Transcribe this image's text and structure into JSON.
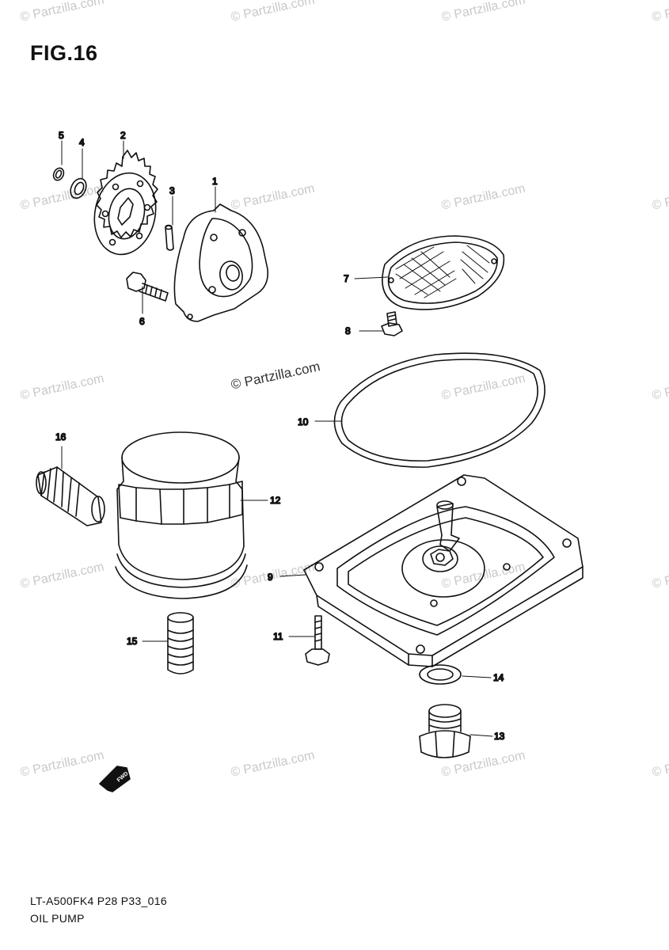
{
  "figure": {
    "title": "FIG.16",
    "code": "LT-A500FK4 P28 P33_016",
    "name": "OIL PUMP"
  },
  "watermark": {
    "text": "© Partzilla.com",
    "center_text": "© Partzilla.com"
  },
  "parts": [
    {
      "number": "1"
    },
    {
      "number": "2"
    },
    {
      "number": "3"
    },
    {
      "number": "4"
    },
    {
      "number": "5"
    },
    {
      "number": "6"
    },
    {
      "number": "7"
    },
    {
      "number": "8"
    },
    {
      "number": "9"
    },
    {
      "number": "10"
    },
    {
      "number": "11"
    },
    {
      "number": "12"
    },
    {
      "number": "13"
    },
    {
      "number": "14"
    },
    {
      "number": "15"
    },
    {
      "number": "16"
    }
  ],
  "fwd_arrow_label": "FWD"
}
